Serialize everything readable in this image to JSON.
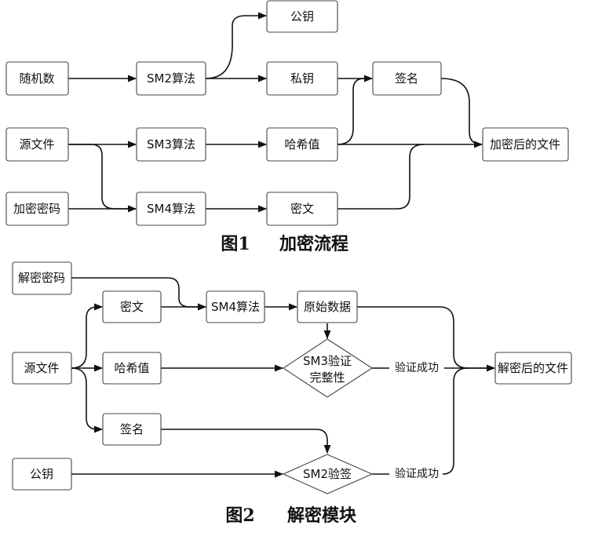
{
  "diagram1": {
    "caption_num": "图1",
    "caption_text": "加密流程",
    "nodes": {
      "random": "随机数",
      "source": "源文件",
      "password": "加密密码",
      "sm2": "SM2算法",
      "sm3": "SM3算法",
      "sm4": "SM4算法",
      "pubkey": "公钥",
      "privkey": "私钥",
      "hash": "哈希值",
      "cipher": "密文",
      "sign": "签名",
      "output": "加密后的文件"
    }
  },
  "diagram2": {
    "caption_num": "图2",
    "caption_text": "解密模块",
    "nodes": {
      "password": "解密密码",
      "source": "源文件",
      "pubkey": "公钥",
      "cipher": "密文",
      "hash": "哈希值",
      "sign": "签名",
      "sm4": "SM4算法",
      "raw": "原始数据",
      "sm3_line1": "SM3验证",
      "sm3_line2": "完整性",
      "sm2": "SM2验签",
      "output": "解密后的文件"
    },
    "labels": {
      "verify1": "验证成功",
      "verify2": "验证成功"
    }
  }
}
